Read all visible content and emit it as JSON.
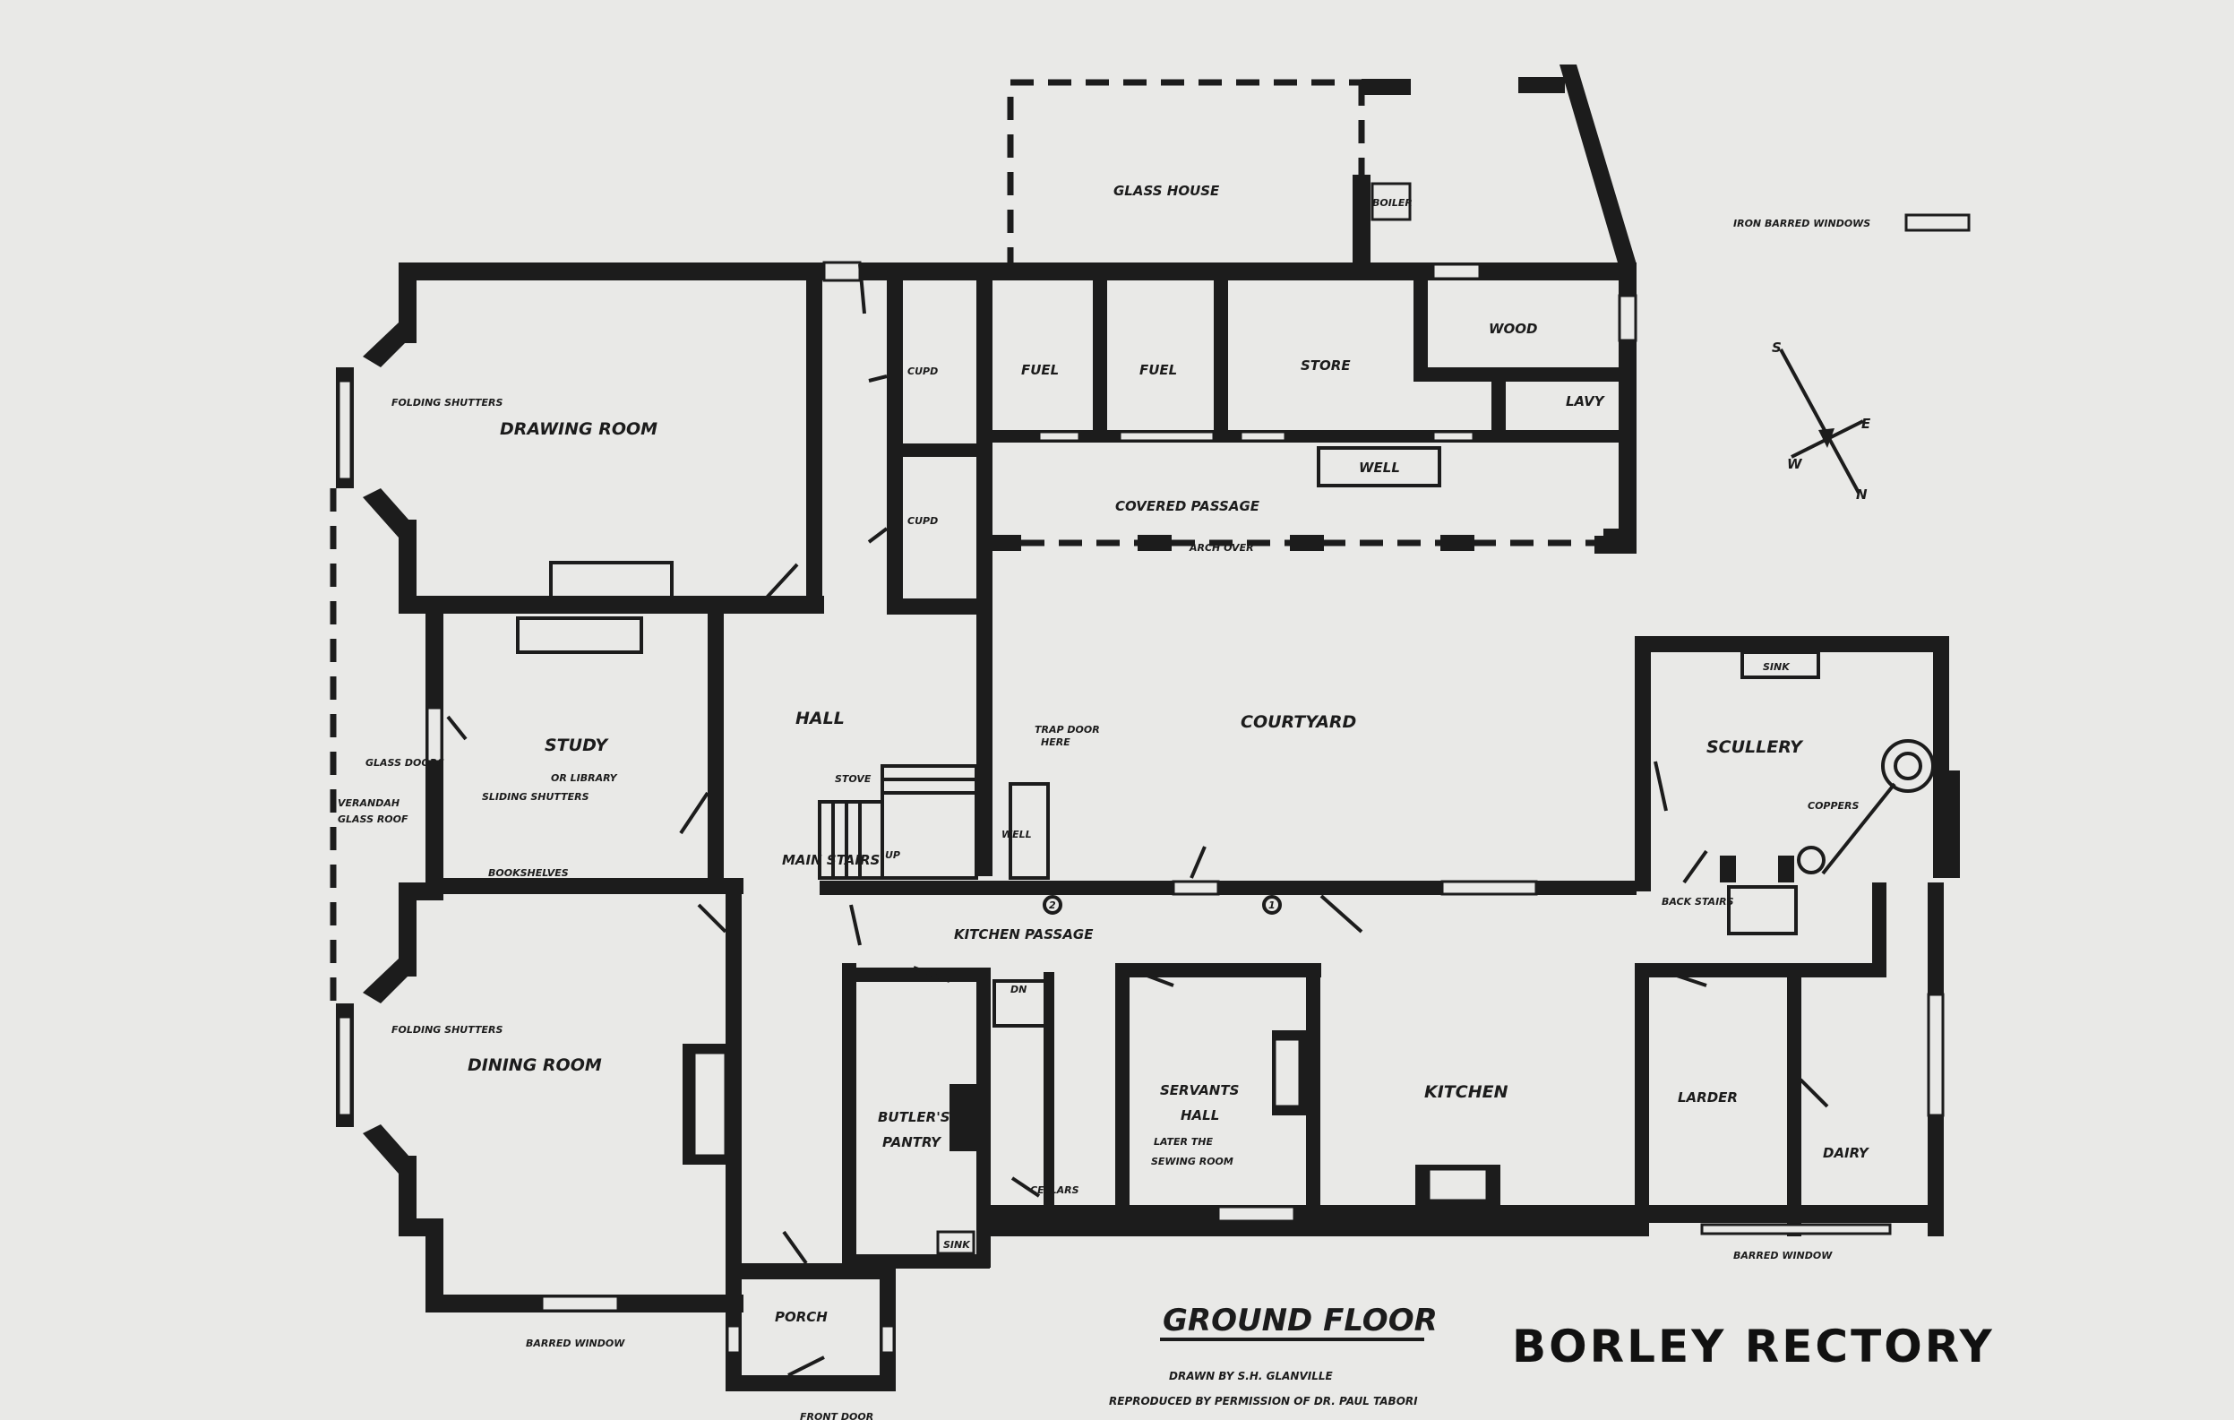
{
  "title": "BORLEY RECTORY",
  "subtitle": "GROUND FLOOR",
  "credits": {
    "drawn_by": "DRAWN BY S.H. GLANVILLE",
    "reproduced": "REPRODUCED BY PERMISSION OF DR. PAUL TABORI"
  },
  "legend": {
    "iron_barred_window": "IRON BARRED WINDOWS"
  },
  "compass": {
    "s": "S",
    "n": "N",
    "e": "E",
    "w": "W"
  },
  "rooms": {
    "glass_house": "GLASS HOUSE",
    "boiler": "BOILER",
    "drawing_room": "DRAWING ROOM",
    "folding_shutters_1": "FOLDING SHUTTERS",
    "cupd_1": "CUPD",
    "fuel_1": "FUEL",
    "fuel_2": "FUEL",
    "store": "STORE",
    "wood": "WOOD",
    "lavy": "LAVY",
    "well_top": "WELL",
    "covered_passage": "COVERED PASSAGE",
    "cupd_2": "CUPD",
    "arch_over": "ARCH OVER",
    "study": "STUDY",
    "or_library": "OR LIBRARY",
    "glass_doors": "GLASS DOORS",
    "sliding_shutters": "SLIDING SHUTTERS",
    "verandah": "VERANDAH",
    "glass_roof": "GLASS ROOF",
    "bookshelves": "BOOKSHELVES",
    "hall": "HALL",
    "stove": "STOVE",
    "main_stairs": "MAIN STAIRS",
    "up": "UP",
    "trap_door": "TRAP DOOR",
    "here": "HERE",
    "well_court": "WELL",
    "courtyard": "COURTYARD",
    "scullery": "SCULLERY",
    "sink_scullery": "SINK",
    "coppers": "COPPERS",
    "back_stairs": "BACK STAIRS",
    "kitchen_passage": "KITCHEN PASSAGE",
    "marker_2": "2",
    "marker_1": "1",
    "dining_room": "DINING ROOM",
    "folding_shutters_2": "FOLDING SHUTTERS",
    "butlers_pantry_1": "BUTLER'S",
    "butlers_pantry_2": "PANTRY",
    "sink_pantry": "SINK",
    "cellars": "CELLARS",
    "cellar_down": "DN",
    "servants_hall_1": "SERVANTS",
    "servants_hall_2": "HALL",
    "servants_hall_3": "LATER THE",
    "servants_hall_4": "SEWING ROOM",
    "kitchen": "KITCHEN",
    "larder": "LARDER",
    "dairy": "DAIRY",
    "barred_window_1": "BARRED WINDOW",
    "barred_window_2": "BARRED WINDOW",
    "porch": "PORCH",
    "front_door": "FRONT DOOR"
  }
}
